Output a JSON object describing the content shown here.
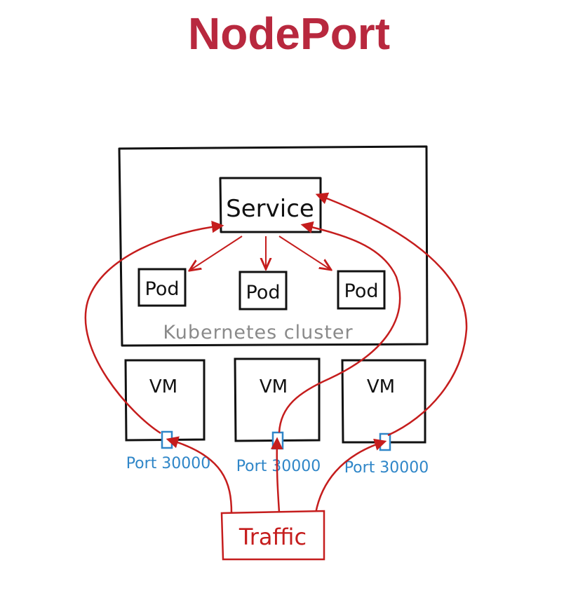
{
  "title": "NodePort",
  "colors": {
    "title": "#b8283e",
    "ink": "#111111",
    "arrow": "#c51d1d",
    "port": "#2f86c8",
    "cluster_label": "#8a8a8a"
  },
  "diagram": {
    "service_label": "Service",
    "pods": [
      {
        "label": "Pod"
      },
      {
        "label": "Pod"
      },
      {
        "label": "Pod"
      }
    ],
    "cluster_label": "Kubernetes cluster",
    "vms": [
      {
        "label": "VM",
        "port_label": "Port 30000"
      },
      {
        "label": "VM",
        "port_label": "Port 30000"
      },
      {
        "label": "VM",
        "port_label": "Port 30000"
      }
    ],
    "traffic_label": "Traffic"
  }
}
